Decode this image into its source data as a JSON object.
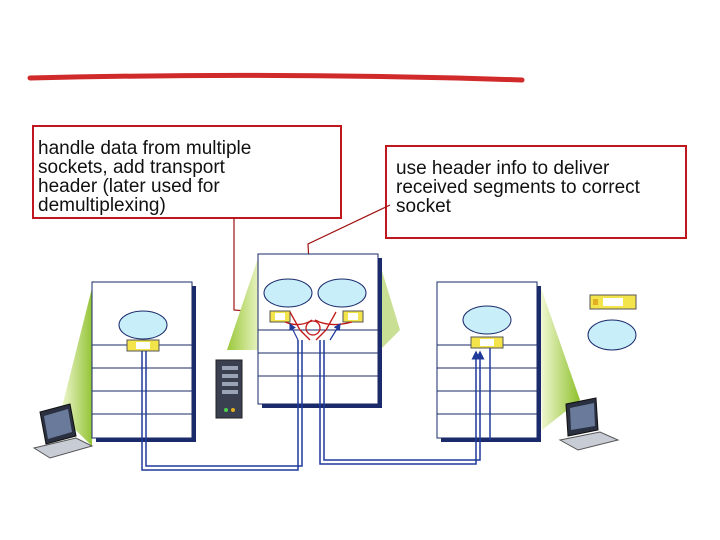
{
  "callouts": {
    "left": {
      "lines": [
        "handle data from multiple",
        "sockets, add transport",
        "header (later used for",
        "demultiplexing)"
      ]
    },
    "right": {
      "lines": [
        "use header info to deliver",
        "received segments to correct",
        "socket"
      ]
    }
  },
  "colors": {
    "title_bar": "#d12a2a",
    "callout_border": "#c0161d",
    "callout_leader": "#a01010",
    "socket_path": "#c01818",
    "host_stack_fill": "#ffffff",
    "host_stack_border": "#1a2a6a",
    "process_ellipse": "#c8eefa",
    "socket_box": "#f2e44a",
    "link_line": "#1f3a9a",
    "cone_light": "#eef6c2",
    "cone_dark": "#8fbf2f"
  },
  "icons": [
    "laptop-icon",
    "server-icon",
    "laptop-icon",
    "socket-icon",
    "process-icon"
  ]
}
